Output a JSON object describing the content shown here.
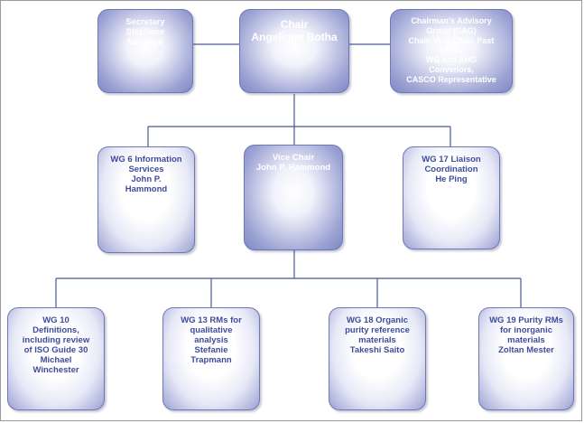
{
  "org_chart": {
    "secretary": {
      "lines": [
        "Secretary",
        "Stéphane",
        "Sauvage"
      ]
    },
    "chair": {
      "lines": [
        "Chair",
        "Angelique Botha"
      ]
    },
    "cag": {
      "lines": [
        "Chairman’s Advisory",
        "Group (CAG)",
        "Chair, Vice Chair, Past",
        "Chair,",
        "WG and AHG",
        "Convenors,",
        "CASCO Representative"
      ]
    },
    "wg6": {
      "lines": [
        "WG 6 Information",
        "Services",
        "John P.",
        "Hammond"
      ]
    },
    "vice_chair": {
      "lines": [
        "Vice Chair",
        "John P. Hammond"
      ]
    },
    "wg17": {
      "lines": [
        "WG 17 Liaison",
        "Coordination",
        "He Ping"
      ]
    },
    "wg10": {
      "lines": [
        "WG 10",
        "Definitions,",
        "including review",
        "of ISO Guide 30",
        "Michael",
        "Winchester"
      ]
    },
    "wg13": {
      "lines": [
        "WG 13 RMs for",
        "qualitative",
        "analysis",
        "Stefanie",
        "Trapmann"
      ]
    },
    "wg18": {
      "lines": [
        "WG 18 Organic",
        "purity reference",
        "materials",
        "Takeshi Saito"
      ]
    },
    "wg19": {
      "lines": [
        "WG 19 Purity RMs",
        "for inorganic",
        "materials",
        "Zoltan Mester"
      ]
    }
  },
  "colors": {
    "box_fill": "#9aa1d3",
    "box_border": "#6f78b0",
    "connector": "#4b5796",
    "light_text": "#3e4c9c"
  }
}
